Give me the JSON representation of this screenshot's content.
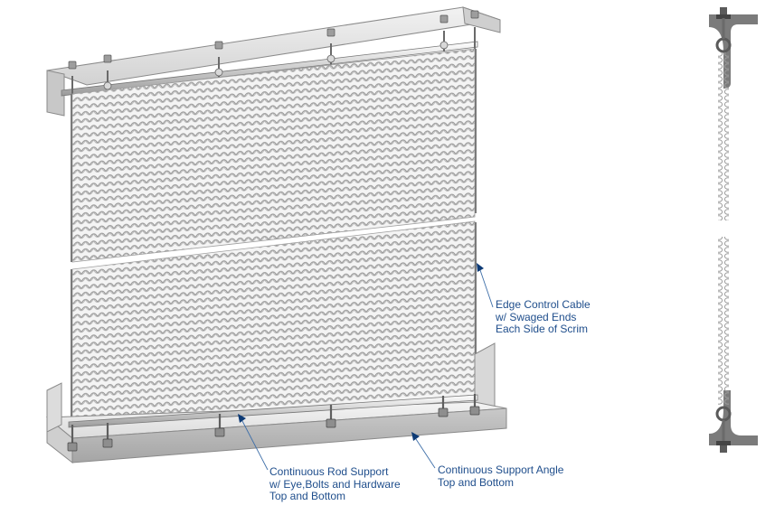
{
  "callouts": {
    "edge_cable": {
      "lines": [
        "Edge Control Cable",
        "w/ Swaged Ends",
        "Each Side of Scrim"
      ]
    },
    "rod_support": {
      "lines": [
        "Continuous Rod Support",
        "w/ Eye,Bolts and Hardware",
        "Top and Bottom"
      ]
    },
    "support_angle": {
      "lines": [
        "Continuous Support Angle",
        "Top and Bottom"
      ]
    }
  },
  "colors": {
    "callout_text": "#1f4e8c",
    "leader_line": "#3d6ea8",
    "arrow_head": "#0d3a75",
    "steel_light": "#e4e4e4",
    "steel_mid": "#bdbdbd",
    "steel_dark": "#6e6e6e",
    "mesh_stroke": "#8f8f8f"
  }
}
